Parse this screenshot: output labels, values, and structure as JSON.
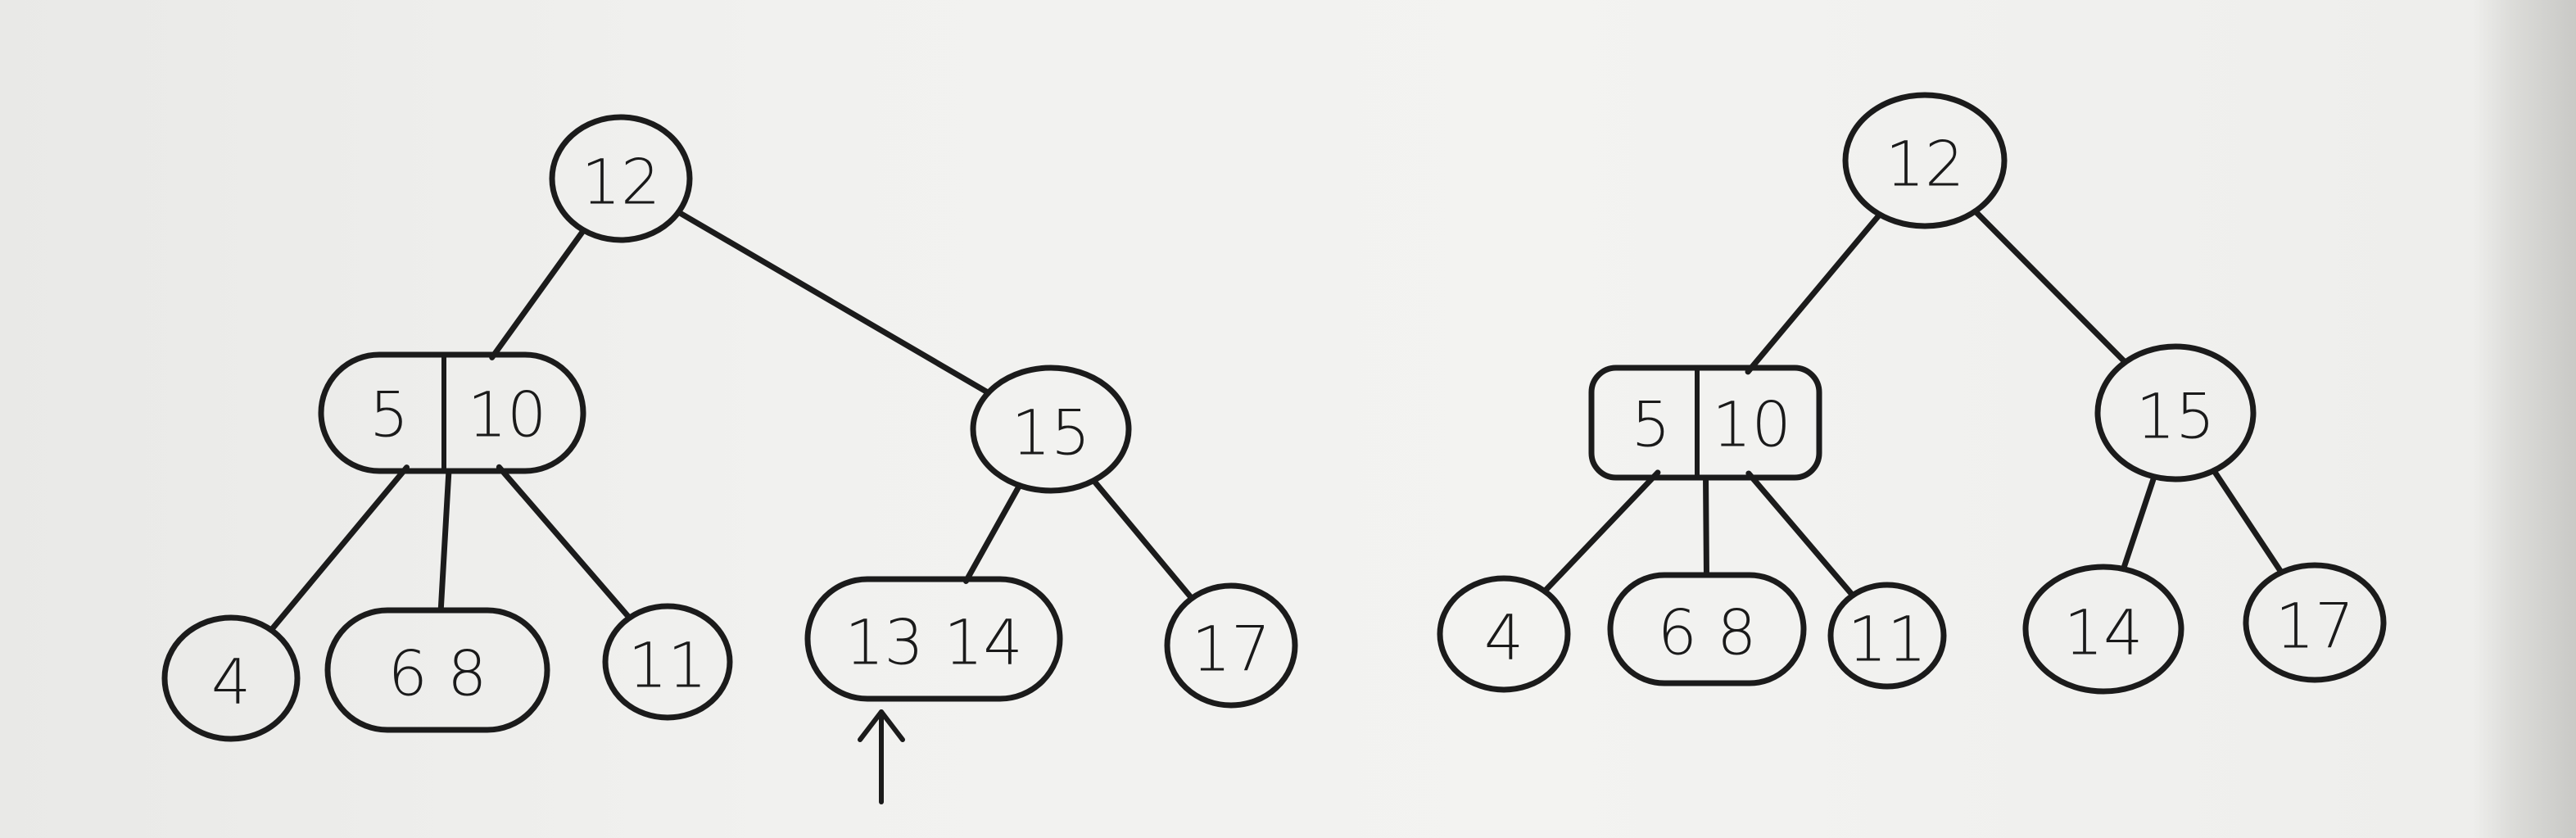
{
  "trees": [
    {
      "nodes": [
        {
          "id": "root",
          "keys": [
            "12"
          ]
        },
        {
          "id": "left",
          "keys": [
            "5",
            "10"
          ]
        },
        {
          "id": "right",
          "keys": [
            "15"
          ]
        },
        {
          "id": "leaf-1",
          "keys": [
            "4"
          ]
        },
        {
          "id": "leaf-2",
          "keys": [
            "6 8"
          ]
        },
        {
          "id": "leaf-3",
          "keys": [
            "11"
          ]
        },
        {
          "id": "leaf-4",
          "keys": [
            "13 14"
          ]
        },
        {
          "id": "leaf-5",
          "keys": [
            "17"
          ]
        }
      ],
      "edges": [
        [
          "root",
          "left"
        ],
        [
          "root",
          "right"
        ],
        [
          "left",
          "leaf-1"
        ],
        [
          "left",
          "leaf-2"
        ],
        [
          "left",
          "leaf-3"
        ],
        [
          "right",
          "leaf-4"
        ],
        [
          "right",
          "leaf-5"
        ]
      ],
      "marked_node": "leaf-4"
    },
    {
      "nodes": [
        {
          "id": "root",
          "keys": [
            "12"
          ]
        },
        {
          "id": "left",
          "keys": [
            "5",
            "10"
          ]
        },
        {
          "id": "right",
          "keys": [
            "15"
          ]
        },
        {
          "id": "leaf-1",
          "keys": [
            "4"
          ]
        },
        {
          "id": "leaf-2",
          "keys": [
            "6 8"
          ]
        },
        {
          "id": "leaf-3",
          "keys": [
            "11"
          ]
        },
        {
          "id": "leaf-4",
          "keys": [
            "14"
          ]
        },
        {
          "id": "leaf-5",
          "keys": [
            "17"
          ]
        }
      ],
      "edges": [
        [
          "root",
          "left"
        ],
        [
          "root",
          "right"
        ],
        [
          "left",
          "leaf-1"
        ],
        [
          "left",
          "leaf-2"
        ],
        [
          "left",
          "leaf-3"
        ],
        [
          "right",
          "leaf-4"
        ],
        [
          "right",
          "leaf-5"
        ]
      ]
    }
  ]
}
